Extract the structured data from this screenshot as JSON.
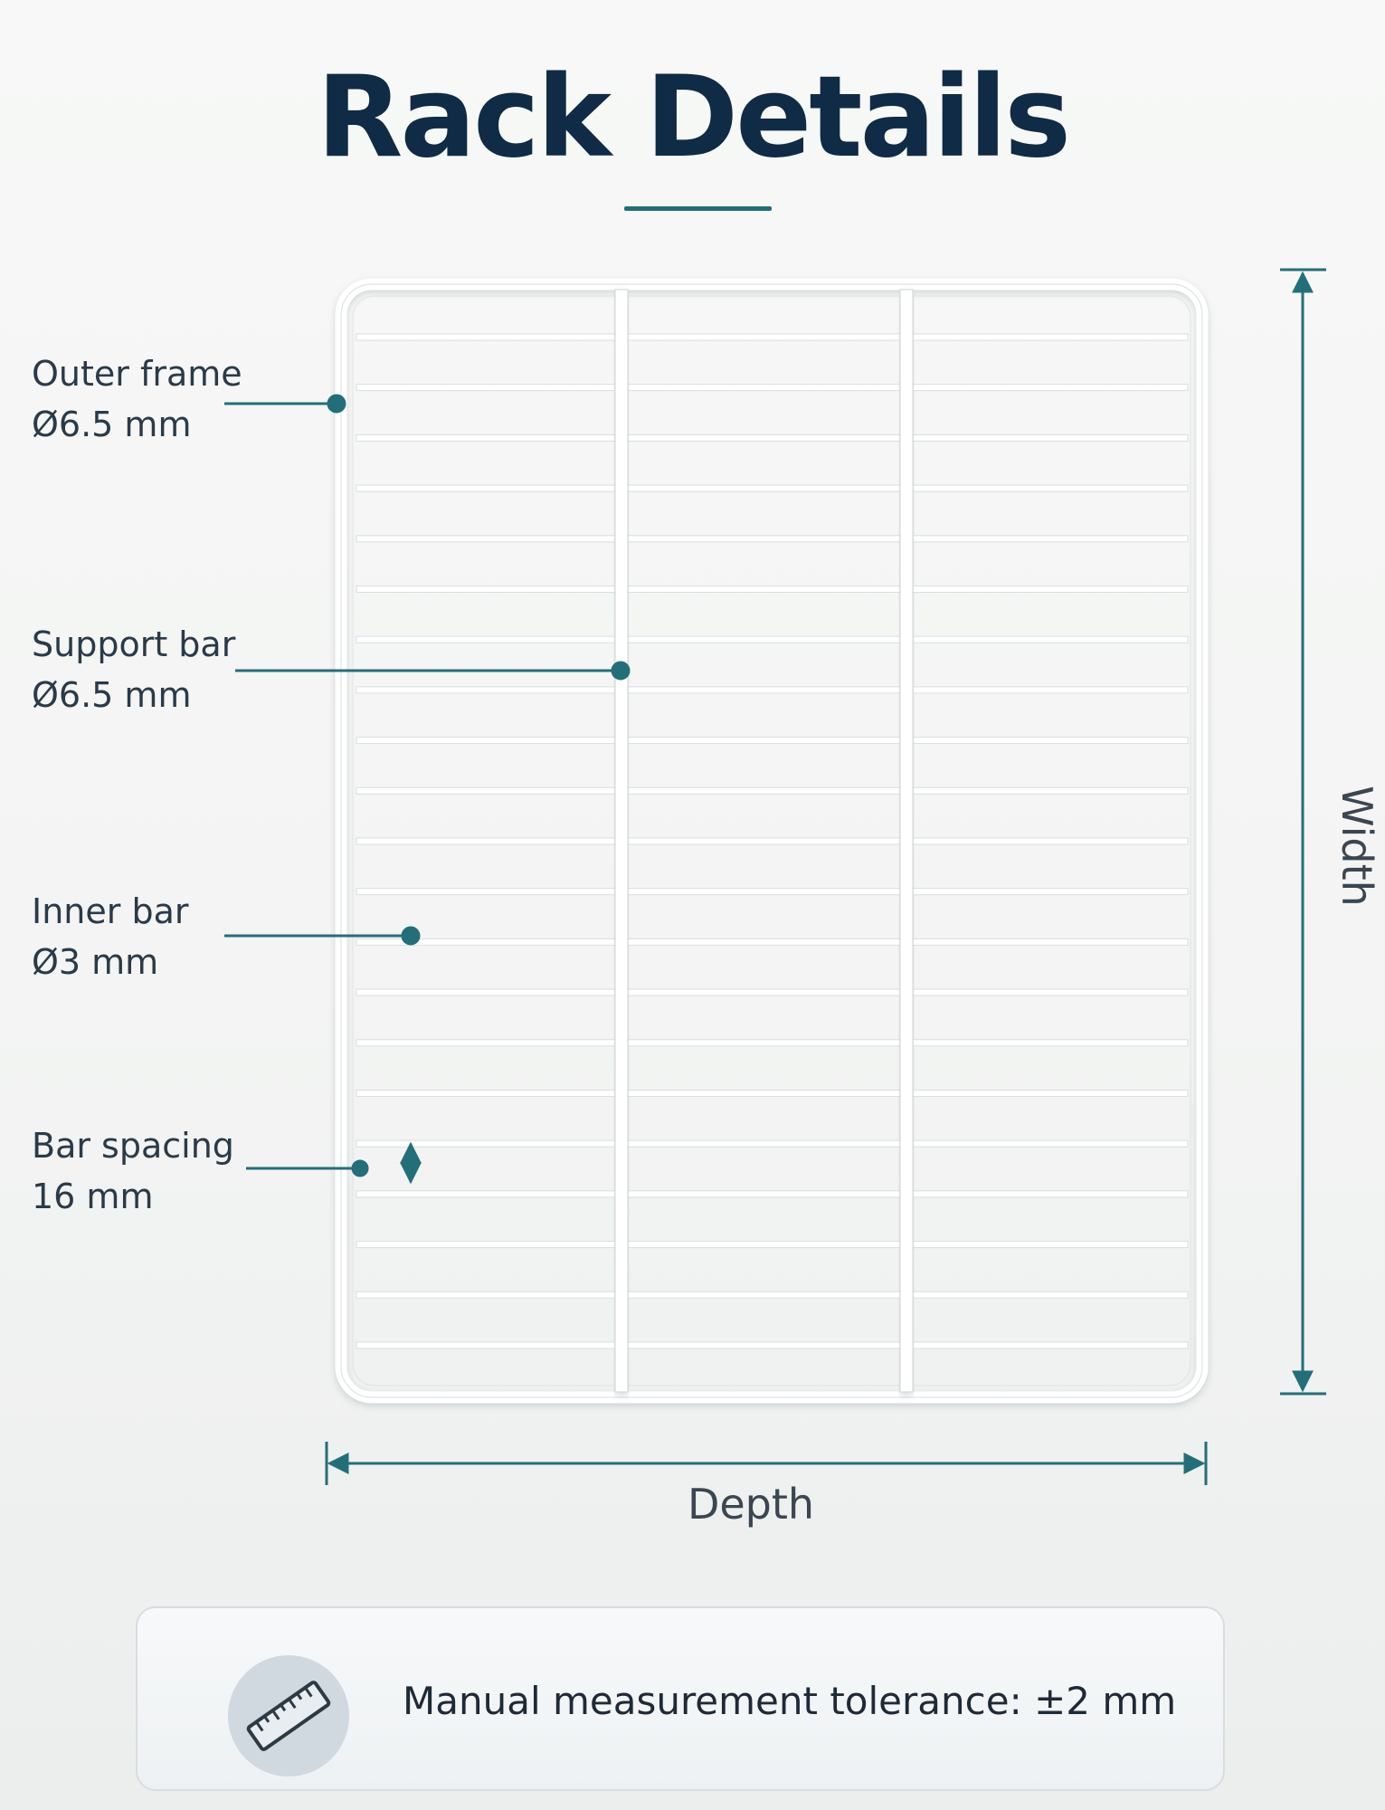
{
  "title": "Rack Details",
  "callouts": {
    "outer_frame": {
      "name": "Outer frame",
      "value": "Ø6.5 mm"
    },
    "support_bar": {
      "name": "Support bar",
      "value": "Ø6.5 mm"
    },
    "inner_bar": {
      "name": "Inner bar",
      "value": "Ø3 mm"
    },
    "bar_spacing": {
      "name": "Bar spacing",
      "value": "16 mm"
    }
  },
  "dimensions": {
    "width_label": "Width",
    "depth_label": "Depth"
  },
  "note": {
    "text": "Manual measurement tolerance: ±2 mm",
    "icon": "ruler-icon"
  },
  "rack": {
    "columns": 3,
    "bars_per_column": 21
  },
  "colors": {
    "accent": "#236f79",
    "title": "#0f2b45",
    "rack": "#ffffff"
  }
}
